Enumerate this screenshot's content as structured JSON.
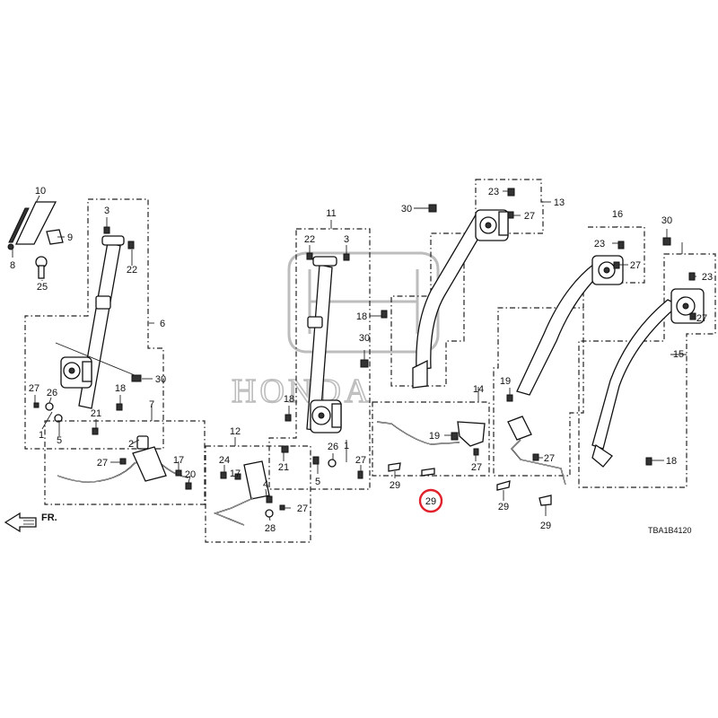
{
  "diagram": {
    "watermark_text": "HONDA",
    "diagram_code": "TBA1B4120",
    "front_arrow_label": "FR.",
    "highlight_color": "#e0202a",
    "highlighted_callout": "29",
    "callouts": {
      "c10": "10",
      "c9": "9",
      "c8": "8",
      "c25": "25",
      "c3a": "3",
      "c22a": "22",
      "c6": "6",
      "c27a": "27",
      "c26a": "26",
      "c1a": "1",
      "c5a": "5",
      "c18a": "18",
      "c21a": "21",
      "c30a": "30",
      "c7": "7",
      "c27b": "27",
      "c2": "2",
      "c17a": "17",
      "c20": "20",
      "c11": "11",
      "c22b": "22",
      "c3b": "3",
      "c18b": "18",
      "c30b": "30",
      "c18c": "18",
      "c21b": "21",
      "c26b": "26",
      "c27c": "27",
      "c1b": "1",
      "c5b": "5",
      "c12": "12",
      "c24": "24",
      "c17b": "17",
      "c4": "4",
      "c27d": "27",
      "c28": "28",
      "c30c": "30",
      "c23a": "23",
      "c27e": "27",
      "c13": "13",
      "c14": "14",
      "c19a": "19",
      "c27f": "27",
      "c29a": "29",
      "c29b": "29",
      "c16": "16",
      "c23b": "23",
      "c27g": "27",
      "c19b": "19",
      "c29c": "29",
      "c27h": "27",
      "c29d": "29",
      "c30d": "30",
      "c23c": "23",
      "c27i": "27",
      "c15": "15",
      "c18d": "18"
    }
  }
}
